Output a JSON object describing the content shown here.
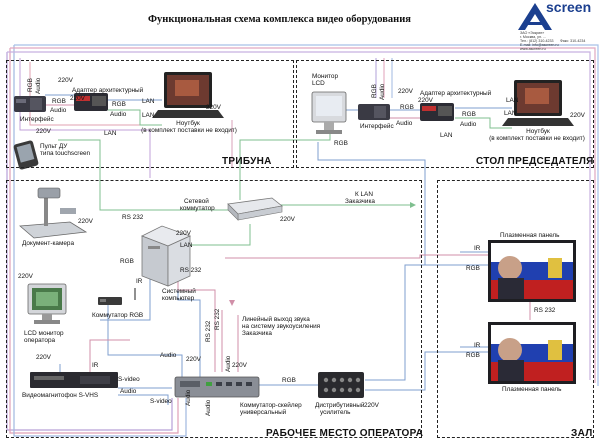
{
  "title": "Функциональная схема комплекса видео оборудования",
  "logo": {
    "word": "screen",
    "letter": "A",
    "lines": [
      "ЗАО «Эскрин»",
      "г. Москва, ул. ...",
      "Тел.: (812) 310-4233",
      "Факс: 310-4234",
      "E-mail: info@ascreen.ru",
      "www.ascreen.ru"
    ]
  },
  "zones": {
    "tribune": "ТРИБУНА",
    "chair": "СТОЛ ПРЕДСЕДАТЕЛЯ",
    "operator": "РАБОЧЕЕ МЕСТО ОПЕРАТОРА",
    "hall": "ЗАЛ"
  },
  "devices": {
    "adapter_arch": "Адаптер архитектурный",
    "interface": "Интерфейс",
    "laptop": [
      "Ноутбук",
      "(в комплект поставки не входит)"
    ],
    "remote": [
      "Пульт ДУ",
      "типа touchscreen"
    ],
    "monitor_lcd": [
      "Монитор",
      "LCD"
    ],
    "switch": [
      "Сетевой",
      "коммутатор"
    ],
    "lan_client": [
      "К LAN",
      "Заказчика"
    ],
    "doc_camera": "Документ-камера",
    "system_pc": [
      "Системный",
      "компьютер"
    ],
    "rgb_switch": "Коммутатор RGB",
    "lcd_operator": [
      "LCD монитор",
      "оператора"
    ],
    "vcr": "Видеомагнитофон S-VHS",
    "scaler": [
      "Коммутатор-скейлер",
      "универсальный"
    ],
    "distrib": [
      "Дистрибутивный",
      "усилитель"
    ],
    "line_out": [
      "Линейный выход звука",
      "на систему звукоусиления",
      "Заказчика"
    ],
    "plasma": "Плазменная панель"
  },
  "signals": {
    "rgb": "RGB",
    "audio": "Audio",
    "lan": "LAN",
    "v220": "220V",
    "rs232": "RS 232",
    "ir": "IR",
    "svideo": "S-video"
  }
}
